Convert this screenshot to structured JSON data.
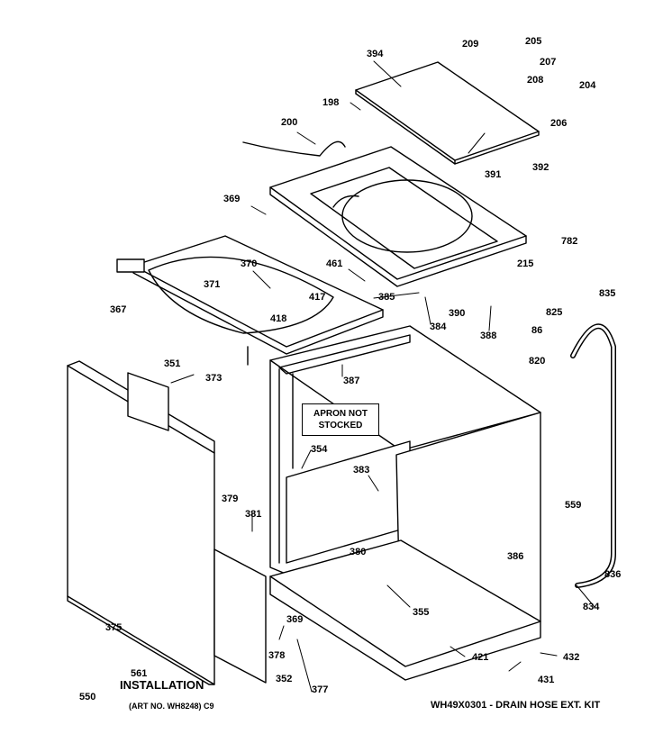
{
  "part_labels": {
    "p394": "394",
    "p209": "209",
    "p205": "205",
    "p207": "207",
    "p208": "208",
    "p204": "204",
    "p206": "206",
    "p198": "198",
    "p200": "200",
    "p392": "392",
    "p391": "391",
    "p369a": "369",
    "p782": "782",
    "p370": "370",
    "p461": "461",
    "p215": "215",
    "p835": "835",
    "p371": "371",
    "p417": "417",
    "p385": "385",
    "p367": "367",
    "p418": "418",
    "p390": "390",
    "p384": "384",
    "p825": "825",
    "p388": "388",
    "p86": "86",
    "p351": "351",
    "p373": "373",
    "p387": "387",
    "p820": "820",
    "p354": "354",
    "p383": "383",
    "p379": "379",
    "p381": "381",
    "p559": "559",
    "p386": "386",
    "p380": "380",
    "p836": "836",
    "p355": "355",
    "p834": "834",
    "p375": "375",
    "p369b": "369",
    "p378": "378",
    "p432": "432",
    "p561": "561",
    "p352": "352",
    "p421": "421",
    "p431": "431",
    "p550": "550",
    "p377": "377"
  },
  "notes": {
    "apron_line1": "APRON NOT",
    "apron_line2": "STOCKED",
    "installation": "INSTALLATION",
    "art_no": "(ART NO. WH8248) C9",
    "drain_kit": "WH49X0301 - DRAIN HOSE EXT. KIT"
  }
}
